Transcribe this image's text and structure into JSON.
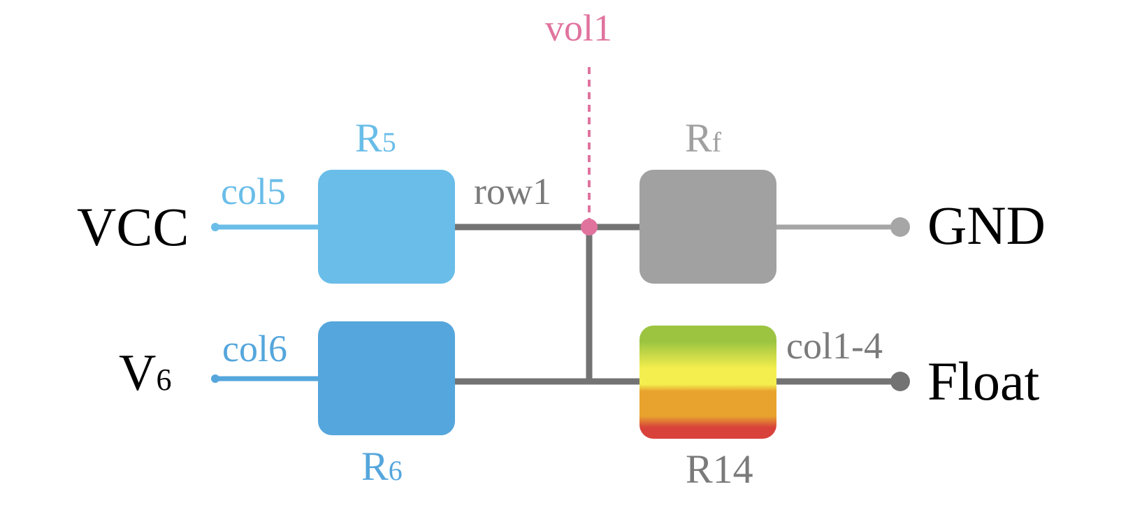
{
  "colors": {
    "blue_light": "#69bde8",
    "blue_dark": "#55a6dc",
    "gray_block": "#a0a1a0",
    "wire_dark": "#737373",
    "wire_light": "#a6a6a6",
    "probe": "#e0739e",
    "text_black": "#000000",
    "label_gray": "#7a7a7a",
    "label_gray_light": "#a0a0a0",
    "gradient_stops": [
      "#9cc441",
      "#f4ee4e",
      "#e8a32f",
      "#d8423a"
    ]
  },
  "terminals": {
    "vcc": "VCC",
    "v6_main": "V",
    "v6_sub": "6",
    "gnd": "GND",
    "float": "Float"
  },
  "components": {
    "r5_main": "R",
    "r5_sub": "5",
    "r6_main": "R",
    "r6_sub": "6",
    "rf_main": "R",
    "rf_sub": "f",
    "r14": "R14"
  },
  "nets": {
    "col5": "col5",
    "col6": "col6",
    "row1": "row1",
    "col1_4": "col1-4",
    "vol1": "vol1"
  }
}
